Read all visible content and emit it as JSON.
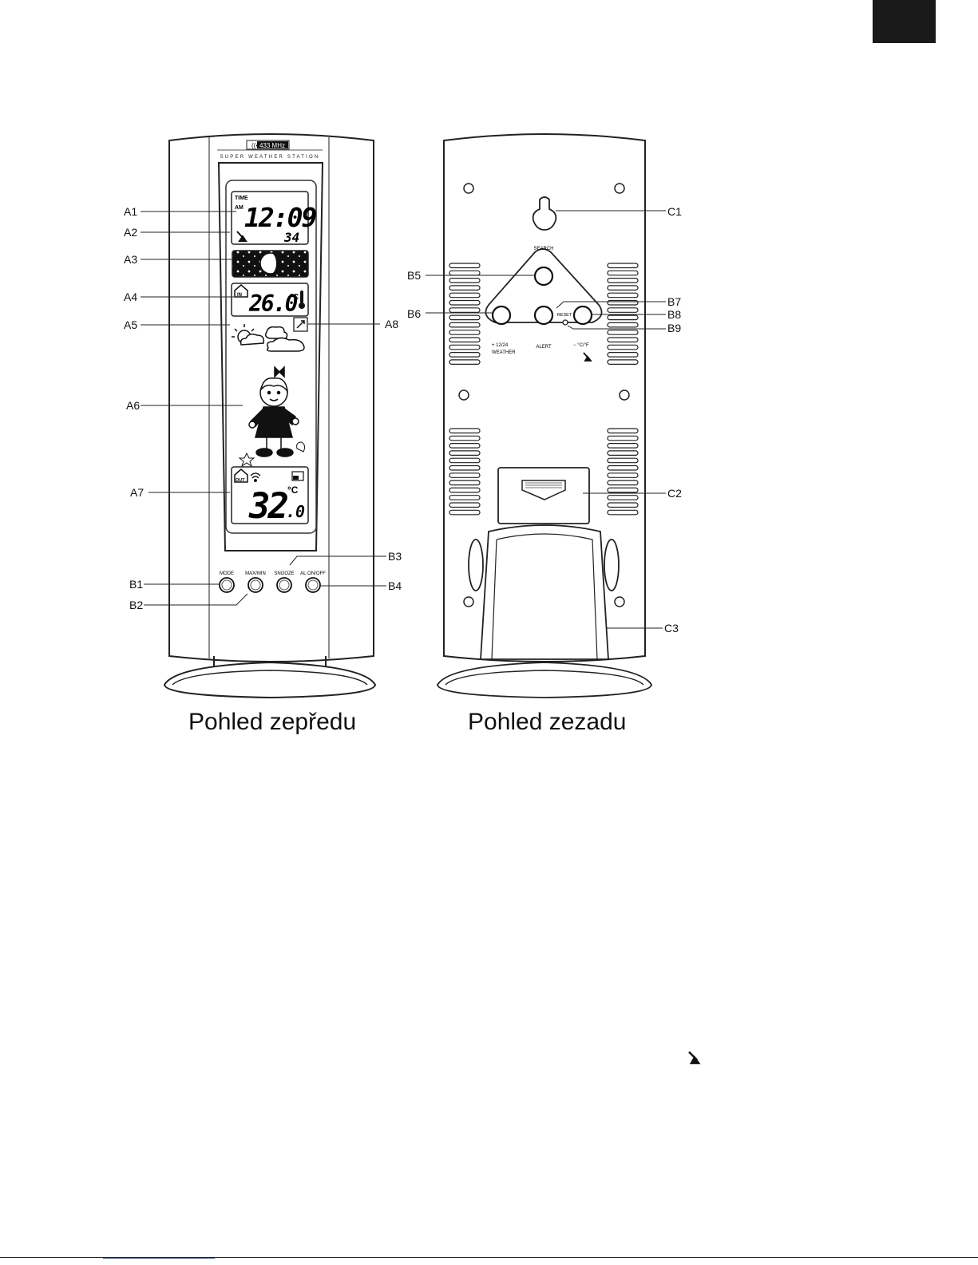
{
  "front": {
    "badge": "433 MHz",
    "brand": "SUPER WEATHER STATION",
    "lcd": {
      "time_label": "TIME",
      "ampm": "AM",
      "time": "12:09",
      "seconds": "34",
      "in_label": "IN",
      "in_temp": "26.0",
      "in_unit": "°C",
      "out_label": "OUT",
      "out_temp": "32",
      "out_decimal": ".0",
      "out_unit": "°C"
    },
    "buttons": [
      "MODE",
      "MAX/MIN",
      "SNOOZE",
      "AL.ON/OFF"
    ],
    "callouts_left": [
      "A1",
      "A2",
      "A3",
      "A4",
      "A5",
      "A6",
      "A7",
      "B1",
      "B2"
    ],
    "callouts_right": [
      "A8",
      "B3",
      "B4"
    ],
    "caption": "Pohled zepředu"
  },
  "back": {
    "search_label": "SEARCH",
    "reset_label": "RESET",
    "left_key_label": "+ 12/24",
    "weather_label": "WEATHER",
    "alert_label": "ALERT",
    "unit_key_label": "− °C/°F",
    "callouts_left": [
      "B5",
      "B6"
    ],
    "callouts_right": [
      "C1",
      "B7",
      "B8",
      "B9",
      "C2",
      "C3"
    ],
    "caption": "Pohled zezadu"
  },
  "icons": [
    "antenna-icon",
    "moon-phase-icon",
    "house-icon",
    "thermometer-icon",
    "sun-cloud-icon",
    "trend-arrow-icon",
    "girl-figure-icon",
    "signal-icon",
    "keyhole-icon",
    "stand-icon"
  ]
}
